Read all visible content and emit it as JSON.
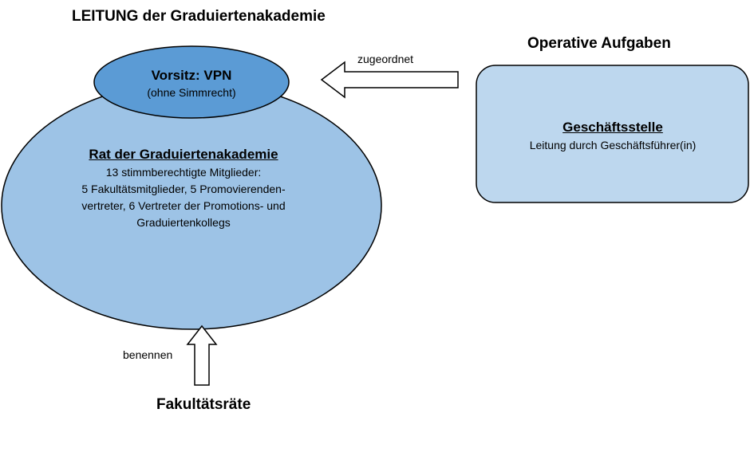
{
  "colors": {
    "ellipse_main_fill": "#9DC3E6",
    "ellipse_top_fill": "#5B9BD5",
    "box_fill": "#BDD7EE",
    "stroke": "#000000",
    "arrow_fill": "#ffffff"
  },
  "headings": {
    "leitung": "LEITUNG der Graduiertenakademie",
    "operative": "Operative Aufgaben",
    "fakultaetsraete": "Fakultätsräte"
  },
  "vorsitz": {
    "title": "Vorsitz: VPN",
    "subtitle": "(ohne Simmrecht)"
  },
  "rat": {
    "title": "Rat der Graduiertenakademie",
    "lines": [
      "13 stimmberechtigte Mitglieder:",
      "5 Fakultätsmitglieder, 5 Promovierenden-",
      "vertreter, 6 Vertreter der Promotions- und",
      "Graduiertenkollegs"
    ]
  },
  "geschaeftsstelle": {
    "title": "Geschäftsstelle",
    "text": "Leitung durch Geschäftsführer(in)"
  },
  "arrows": {
    "zugeordnet": "zugeordnet",
    "benennen": "benennen"
  }
}
